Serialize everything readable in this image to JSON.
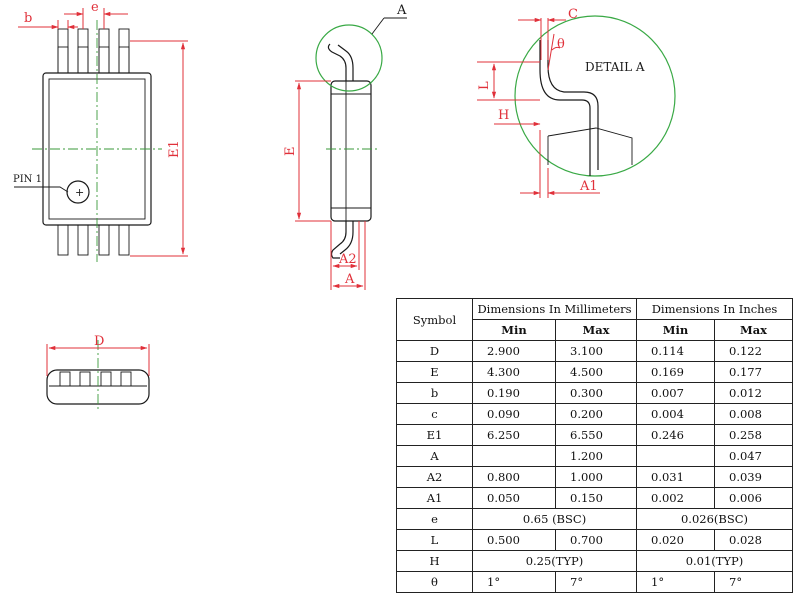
{
  "labels": {
    "b": "b",
    "e": "e",
    "E1": "E1",
    "pin1": "PIN 1",
    "E": "E",
    "A2": "A2",
    "A": "A",
    "detail_marker": "A",
    "C": "C",
    "theta": "θ",
    "L": "L",
    "H": "H",
    "A1": "A1",
    "detail_title": "DETAIL A",
    "D": "D"
  },
  "table": {
    "symbol_header": "Symbol",
    "mm_header": "Dimensions In Millimeters",
    "in_header": "Dimensions In Inches",
    "min": "Min",
    "max": "Max",
    "rows": [
      {
        "sym": "D",
        "mm_min": "2.900",
        "mm_max": "3.100",
        "in_min": "0.114",
        "in_max": "0.122"
      },
      {
        "sym": "E",
        "mm_min": "4.300",
        "mm_max": "4.500",
        "in_min": "0.169",
        "in_max": "0.177"
      },
      {
        "sym": "b",
        "mm_min": "0.190",
        "mm_max": "0.300",
        "in_min": "0.007",
        "in_max": "0.012"
      },
      {
        "sym": "c",
        "mm_min": "0.090",
        "mm_max": "0.200",
        "in_min": "0.004",
        "in_max": "0.008"
      },
      {
        "sym": "E1",
        "mm_min": "6.250",
        "mm_max": "6.550",
        "in_min": "0.246",
        "in_max": "0.258"
      },
      {
        "sym": "A",
        "mm_min": "",
        "mm_max": "1.200",
        "in_min": "",
        "in_max": "0.047"
      },
      {
        "sym": "A2",
        "mm_min": "0.800",
        "mm_max": "1.000",
        "in_min": "0.031",
        "in_max": "0.039"
      },
      {
        "sym": "A1",
        "mm_min": "0.050",
        "mm_max": "0.150",
        "in_min": "0.002",
        "in_max": "0.006"
      }
    ],
    "row_e": {
      "sym": "e",
      "mm": "0.65 (BSC)",
      "in": "0.026(BSC)"
    },
    "row_L": {
      "sym": "L",
      "mm_min": "0.500",
      "mm_max": "0.700",
      "in_min": "0.020",
      "in_max": "0.028"
    },
    "row_H": {
      "sym": "H",
      "mm": "0.25(TYP)",
      "in": "0.01(TYP)"
    },
    "row_theta": {
      "sym": "θ",
      "mm_min": "1°",
      "mm_max": "7°",
      "in_min": "1°",
      "in_max": "7°"
    }
  }
}
